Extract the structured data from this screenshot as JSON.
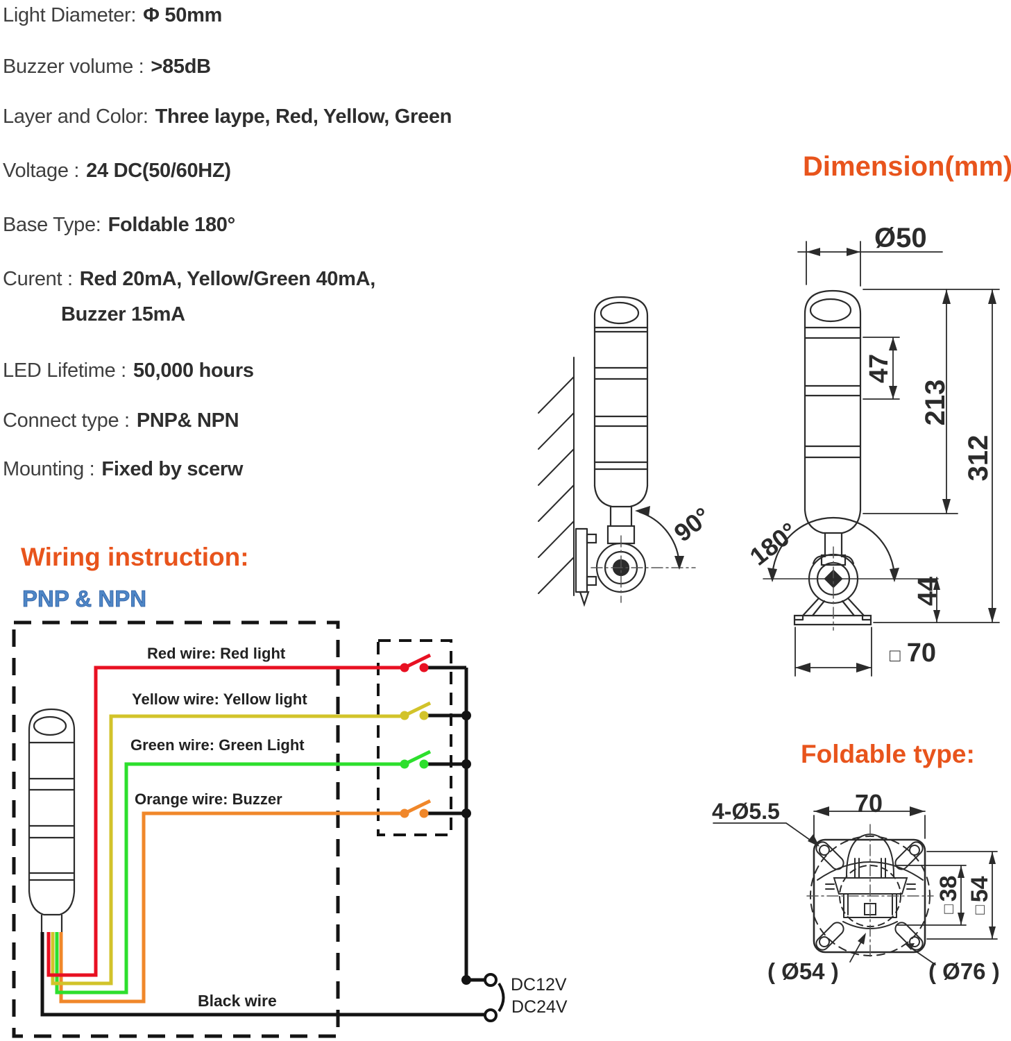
{
  "specs": {
    "items": [
      {
        "label": "Light Diameter:",
        "value": "Φ 50mm"
      },
      {
        "label": "Buzzer volume :",
        "value": ">85dB"
      },
      {
        "label": "Layer and Color:",
        "value": "Three laype, Red, Yellow, Green"
      },
      {
        "label": "Voltage :",
        "value": "24 DC(50/60HZ)"
      },
      {
        "label": "Base Type:",
        "value": "Foldable 180°"
      },
      {
        "label": "Curent :",
        "value": "Red 20mA, Yellow/Green 40mA,",
        "value2": "Buzzer 15mA"
      },
      {
        "label": "LED Lifetime :",
        "value": "50,000 hours"
      },
      {
        "label": "Connect type :",
        "value": "PNP& NPN"
      },
      {
        "label": "Mounting :",
        "value": "Fixed by scerw"
      }
    ]
  },
  "dimension_section": {
    "title": "Dimension(mm):",
    "labels": {
      "diameter": "Ø50",
      "segment_height": "47",
      "tower_height": "213",
      "total_height": "312",
      "base_height": "44",
      "base_width": "70",
      "square_symbol": "□",
      "angle_90": "90°",
      "angle_180": "180°"
    }
  },
  "wiring_section": {
    "title": "Wiring instruction:",
    "subtitle": "PNP & NPN",
    "wires": [
      {
        "label": "Red wire: Red light",
        "color": "#e81022"
      },
      {
        "label": "Yellow wire: Yellow light",
        "color": "#d2c32a"
      },
      {
        "label": "Green wire: Green Light",
        "color": "#2ddf2d"
      },
      {
        "label": "Orange wire: Buzzer",
        "color": "#f0872a"
      }
    ],
    "black_wire_label": "Black wire",
    "power": [
      "DC12V",
      "DC24V"
    ]
  },
  "foldable_section": {
    "title": "Foldable type:",
    "labels": {
      "holes": "4-Ø5.5",
      "width": "70",
      "square_symbol": "□",
      "inner_square": "38",
      "outer_square": "54",
      "circle_small": "( Ø54 )",
      "circle_large": "( Ø76 )"
    }
  },
  "colors": {
    "accent_orange": "#e8541c",
    "subtitle_blue": "#4e86c6",
    "ink": "#3a3a3a",
    "line": "#2b2b2b"
  }
}
